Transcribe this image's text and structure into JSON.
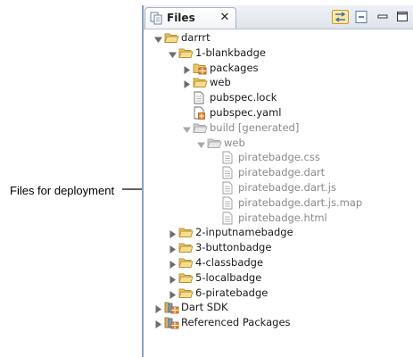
{
  "annotation": {
    "text": "Files for deployment"
  },
  "tab": {
    "title": "Files",
    "close_symbol": "✕"
  },
  "toolbar": [
    "link-with-editor",
    "collapse-all",
    "minimize",
    "maximize"
  ],
  "tree": [
    {
      "label": "darrrt",
      "depth": 0,
      "expanded": true,
      "twisty": "open",
      "icon": "folder-open",
      "generated": false
    },
    {
      "label": "1-blankbadge",
      "depth": 1,
      "expanded": true,
      "twisty": "open",
      "icon": "folder-open",
      "generated": false
    },
    {
      "label": "packages",
      "depth": 2,
      "expanded": false,
      "twisty": "closed",
      "icon": "package-folder",
      "generated": false
    },
    {
      "label": "web",
      "depth": 2,
      "expanded": false,
      "twisty": "closed",
      "icon": "folder-open",
      "generated": false
    },
    {
      "label": "pubspec.lock",
      "depth": 2,
      "twisty": "none",
      "icon": "file",
      "generated": false
    },
    {
      "label": "pubspec.yaml",
      "depth": 2,
      "twisty": "none",
      "icon": "yaml-file",
      "generated": false
    },
    {
      "label": "build [generated]",
      "depth": 2,
      "expanded": true,
      "twisty": "open",
      "icon": "folder-open",
      "generated": true
    },
    {
      "label": "web",
      "depth": 3,
      "expanded": true,
      "twisty": "open",
      "icon": "folder-open",
      "generated": true
    },
    {
      "label": "piratebadge.css",
      "depth": 4,
      "twisty": "none",
      "icon": "file",
      "generated": true
    },
    {
      "label": "piratebadge.dart",
      "depth": 4,
      "twisty": "none",
      "icon": "file",
      "generated": true
    },
    {
      "label": "piratebadge.dart.js",
      "depth": 4,
      "twisty": "none",
      "icon": "file",
      "generated": true
    },
    {
      "label": "piratebadge.dart.js.map",
      "depth": 4,
      "twisty": "none",
      "icon": "file",
      "generated": true
    },
    {
      "label": "piratebadge.html",
      "depth": 4,
      "twisty": "none",
      "icon": "file",
      "generated": true
    },
    {
      "label": "2-inputnamebadge",
      "depth": 1,
      "expanded": false,
      "twisty": "closed",
      "icon": "folder-open",
      "generated": false
    },
    {
      "label": "3-buttonbadge",
      "depth": 1,
      "expanded": false,
      "twisty": "closed",
      "icon": "folder-open",
      "generated": false
    },
    {
      "label": "4-classbadge",
      "depth": 1,
      "expanded": false,
      "twisty": "closed",
      "icon": "folder-open",
      "generated": false
    },
    {
      "label": "5-localbadge",
      "depth": 1,
      "expanded": false,
      "twisty": "closed",
      "icon": "folder-open",
      "generated": false
    },
    {
      "label": "6-piratebadge",
      "depth": 1,
      "expanded": false,
      "twisty": "closed",
      "icon": "folder-open",
      "generated": false
    },
    {
      "label": "Dart SDK",
      "depth": 0,
      "expanded": false,
      "twisty": "closed",
      "icon": "library",
      "generated": false
    },
    {
      "label": "Referenced Packages",
      "depth": 0,
      "expanded": false,
      "twisty": "closed",
      "icon": "library",
      "generated": false
    }
  ],
  "colors": {
    "folder": "#e9c66a",
    "folder_generated": "#cfcfcf",
    "generated_text": "#8a8a8a",
    "panel_border": "#8aa2c8"
  }
}
